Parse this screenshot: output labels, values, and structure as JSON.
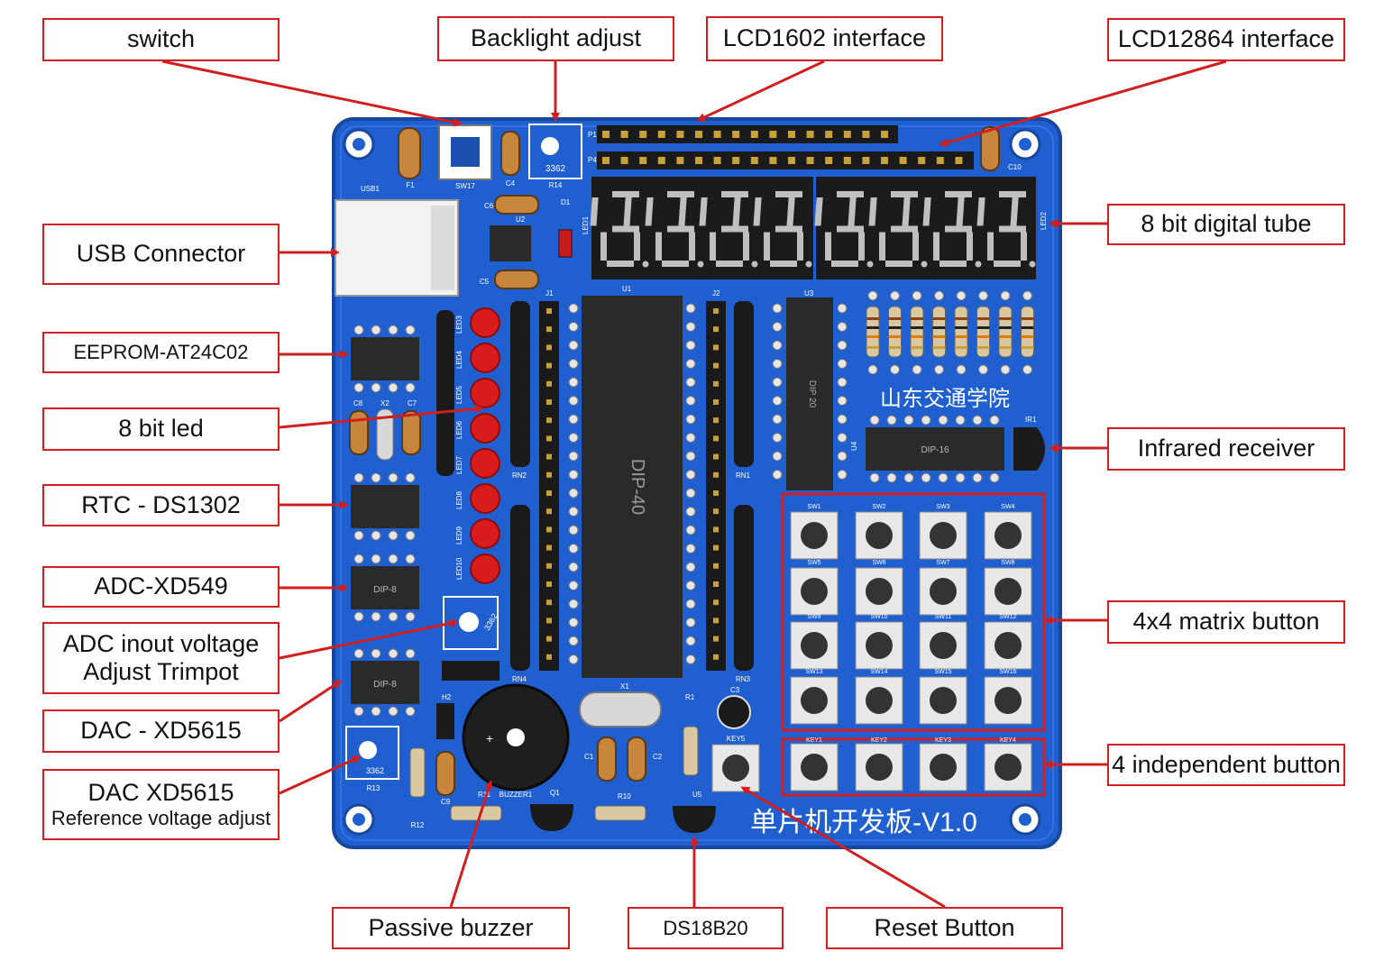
{
  "colors": {
    "callout_border": "#d11f1f",
    "arrow": "#d11f1f",
    "board": "#1f5fd0",
    "board_dark": "#17479e",
    "board_light": "#3a7ae6",
    "led": "#d81c1c",
    "segment": "#bfbfbf",
    "chip": "#2a2a2a",
    "capacitor": "#c8853c"
  },
  "callouts": {
    "switch": "switch",
    "backlight": "Backlight adjust",
    "lcd1602": "LCD1602 interface",
    "lcd12864": "LCD12864 interface",
    "usb": "USB Connector",
    "eeprom": "EEPROM-AT24C02",
    "led8": "8 bit led",
    "rtc": "RTC - DS1302",
    "adc": "ADC-XD549",
    "adc_trim_line1": "ADC inout voltage",
    "adc_trim_line2": "Adjust Trimpot",
    "dac": "DAC - XD5615",
    "dac_ref_line1": "DAC XD5615",
    "dac_ref_line2": "Reference voltage adjust",
    "digital_tube": "8 bit digital tube",
    "infrared": "Infrared receiver",
    "matrix": "4x4 matrix button",
    "independent": "4 independent button",
    "buzzer": "Passive buzzer",
    "ds18b20": "DS18B20",
    "reset": "Reset Button"
  },
  "board": {
    "title_cn": "单片机开发板-V1.0",
    "school_cn": "山东交通学院",
    "mcu_label": "DIP-40",
    "dip20_label": "DIP 20",
    "dip16_label": "DIP-16",
    "dip8_label": "DIP-8",
    "trimpot_label": "3362",
    "silk": {
      "usb1": "USB1",
      "f1": "F1",
      "sw17": "SW17",
      "c4": "C4",
      "r14": "R14",
      "p1": "P1",
      "p4": "P4",
      "c10": "C10",
      "c6": "C6",
      "u2": "U2",
      "c5": "C5",
      "d1": "D1",
      "led1": "LED1",
      "led2": "LED2",
      "j1": "J1",
      "u1": "U1",
      "j2": "J2",
      "u3": "U3",
      "rn2": "RN2",
      "rn1": "RN1",
      "rn4": "RN4",
      "rn3": "RN3",
      "x1": "X1",
      "x2": "X2",
      "c8": "C8",
      "c7": "C7",
      "ir1": "IR1",
      "u4": "U4",
      "r1": "R1",
      "c3": "C3",
      "key5": "KEY5",
      "c1": "C1",
      "c2": "C2",
      "h2": "H2",
      "c9": "C9",
      "r11": "R11",
      "buzzer1": "BUZZER1",
      "q1": "Q1",
      "r10": "R10",
      "u5": "U5",
      "r12": "R12",
      "r13": "R13"
    },
    "led_labels": [
      "LED3",
      "LED4",
      "LED5",
      "LED6",
      "LED7",
      "LED8",
      "LED9",
      "LED10"
    ],
    "matrix_labels": [
      "SW1",
      "SW2",
      "SW3",
      "SW4",
      "SW5",
      "SW6",
      "SW7",
      "SW8",
      "SW9",
      "SW10",
      "SW11",
      "SW12",
      "SW13",
      "SW14",
      "SW15",
      "SW16"
    ],
    "key_labels": [
      "KEY1",
      "KEY2",
      "KEY3",
      "KEY4"
    ]
  }
}
